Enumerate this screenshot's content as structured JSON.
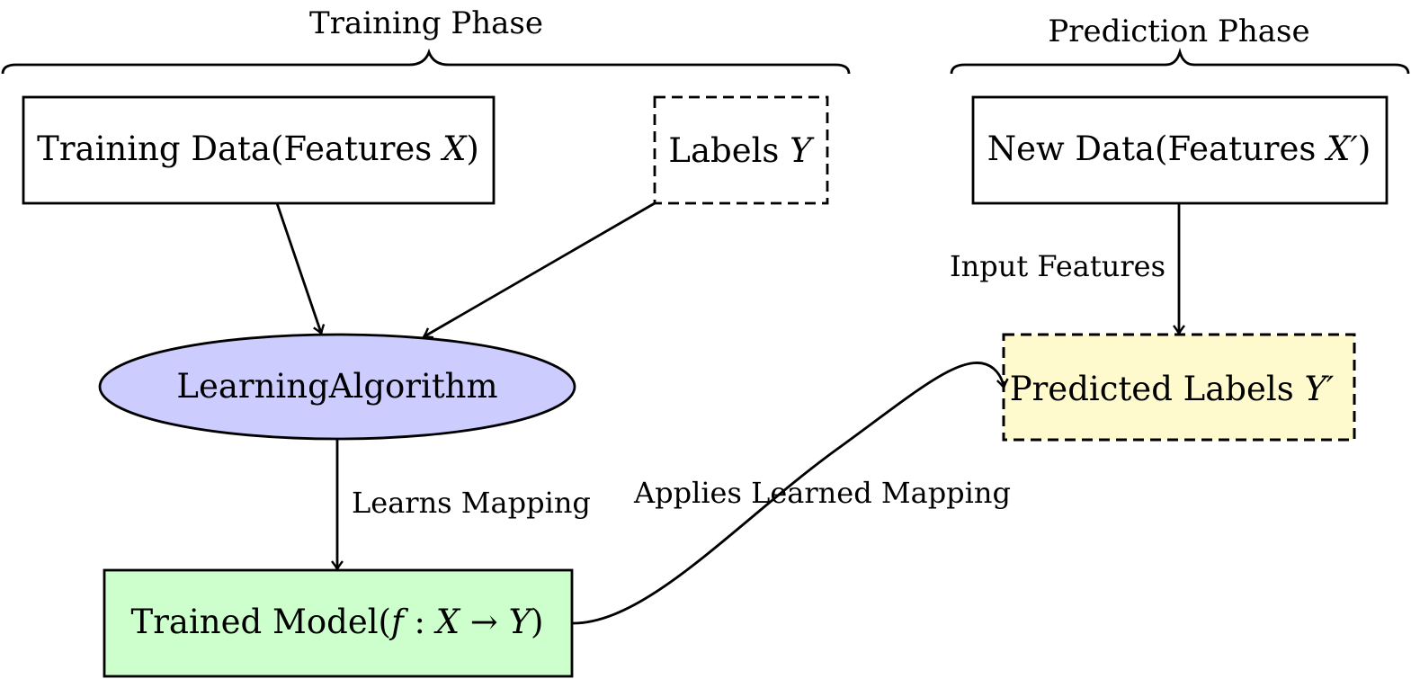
{
  "phases": {
    "training": "Training Phase",
    "prediction": "Prediction Phase"
  },
  "nodes": {
    "training_data": {
      "text": "Training Data(Features ",
      "var": "X",
      "close": ")"
    },
    "labels": {
      "text": "Labels ",
      "var": "Y"
    },
    "new_data": {
      "text": "New Data(Features ",
      "var": "X′",
      "close": ")"
    },
    "learning_algorithm": {
      "text": "LearningAlgorithm",
      "fill": "#ccccff"
    },
    "predicted_labels": {
      "text": "Predicted Labels ",
      "var": "Y′",
      "fill": "#fffacd"
    },
    "trained_model": {
      "text": "Trained Model(",
      "var": "f",
      "sep": " : ",
      "var2": "X",
      "arrow": " → ",
      "var3": "Y",
      "close": ")",
      "fill": "#ccffcc"
    }
  },
  "edges": {
    "learns_mapping": "Learns Mapping",
    "input_features": "Input Features",
    "applies_mapping": "Applies Learned Mapping"
  }
}
